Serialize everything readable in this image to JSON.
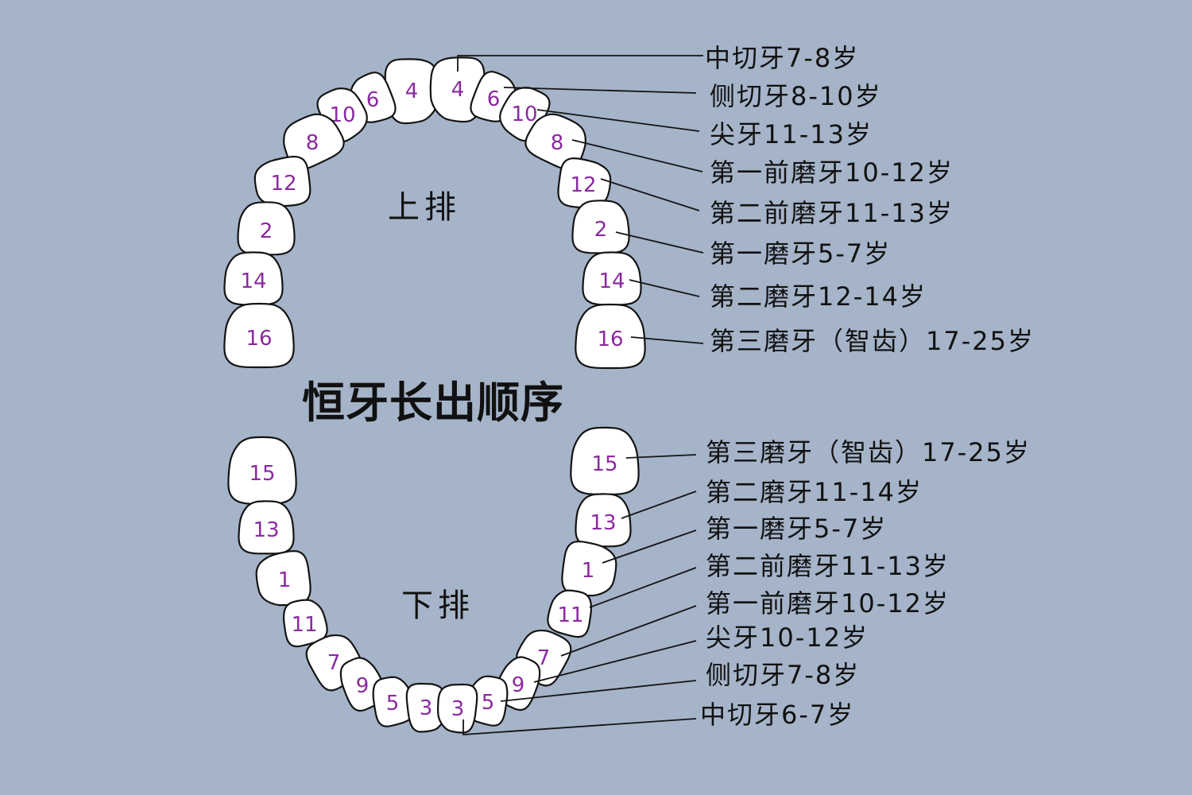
{
  "title": "恒牙长出顺序",
  "upper": {
    "row_label": "上排",
    "left_teeth": [
      "4",
      "6",
      "10",
      "8",
      "12",
      "2",
      "14",
      "16"
    ],
    "right_teeth": [
      "4",
      "6",
      "10",
      "8",
      "12",
      "2",
      "14",
      "16"
    ],
    "labels": [
      "中切牙7-8岁",
      "侧切牙8-10岁",
      "尖牙11-13岁",
      "第一前磨牙10-12岁",
      "第二前磨牙11-13岁",
      "第一磨牙5-7岁",
      "第二磨牙12-14岁",
      "第三磨牙（智齿）17-25岁"
    ]
  },
  "lower": {
    "row_label": "下排",
    "left_teeth": [
      "15",
      "13",
      "1",
      "11",
      "7",
      "9",
      "5",
      "3"
    ],
    "right_teeth": [
      "15",
      "13",
      "1",
      "11",
      "7",
      "9",
      "5",
      "3"
    ],
    "labels": [
      "第三磨牙（智齿）17-25岁",
      "第二磨牙11-14岁",
      "第一磨牙5-7岁",
      "第二前磨牙11-13岁",
      "第一前磨牙10-12岁",
      "尖牙10-12岁",
      "侧切牙7-8岁",
      "中切牙6-7岁"
    ]
  },
  "colors": {
    "background": "#a5b4c8",
    "tooth_number": "#8a2a9e",
    "outline": "#141414"
  }
}
